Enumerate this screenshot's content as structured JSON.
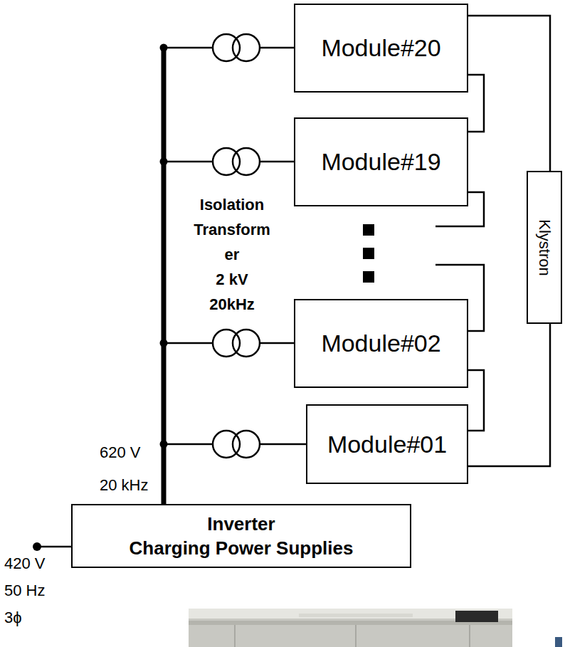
{
  "diagram": {
    "nodes": [
      {
        "text": [
          "Module#20"
        ]
      },
      {
        "text": [
          "Module#19"
        ]
      },
      {
        "text": [
          "Module#02"
        ]
      },
      {
        "text": [
          "Module#01"
        ]
      },
      {
        "text": [
          "Klystron"
        ]
      },
      {
        "text": [
          "Inverter",
          "Charging Power Supplies"
        ]
      }
    ],
    "edges": [
      {
        "from": 0,
        "to": 4,
        "arrow": "none"
      },
      {
        "from": 0,
        "to": 1,
        "arrow": "none"
      },
      {
        "from": 2,
        "to": 3,
        "arrow": "none"
      },
      {
        "from": 3,
        "to": 4,
        "arrow": "none"
      },
      {
        "from": 5,
        "to": 0,
        "arrow": "none"
      },
      {
        "from": 5,
        "to": 1,
        "arrow": "none"
      },
      {
        "from": 5,
        "to": 2,
        "arrow": "none"
      },
      {
        "from": 5,
        "to": 3,
        "arrow": "none"
      }
    ],
    "labels": [
      "Isolation Transformer",
      "2 kV",
      "20kHz",
      "620 V",
      "20 kHz",
      "420 V",
      "50 Hz",
      "3ϕ"
    ]
  }
}
